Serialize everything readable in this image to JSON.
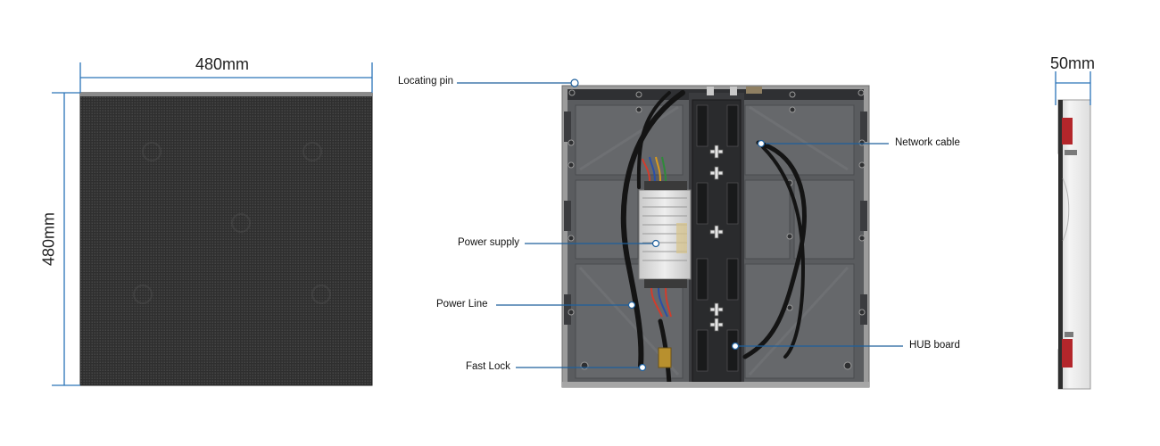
{
  "dimensions": {
    "front_width": "480mm",
    "front_height": "480mm",
    "side_depth": "50mm"
  },
  "callouts": {
    "locating_pin": "Locating pin",
    "network_cable": "Network cable",
    "power_supply": "Power supply",
    "power_line": "Power Line",
    "hub_board": "HUB board",
    "fast_lock": "Fast Lock"
  },
  "colors": {
    "dimension_line": "#2a73b8",
    "callout_line": "#1e5f9c",
    "panel_face": "#3a3a3a",
    "cabinet_frame": "#9a9a9a",
    "cabinet_inner": "#5b5d60",
    "power_supply_body": "#d9d9d9",
    "side_body": "#e9e9e9",
    "side_red": "#b3262b"
  }
}
